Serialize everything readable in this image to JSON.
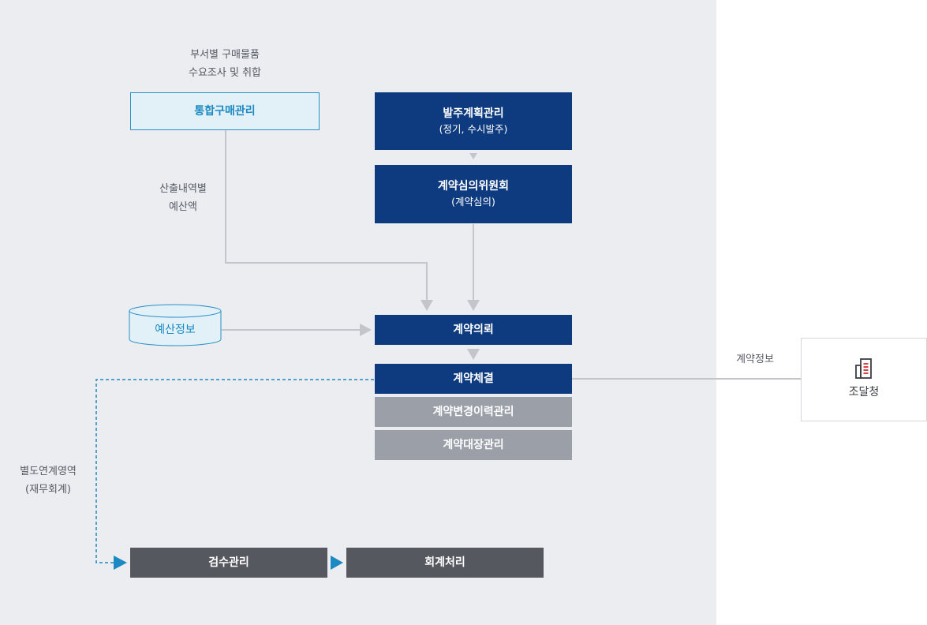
{
  "survey_note": [
    "부서별 구매물품",
    "수요조사 및 취합"
  ],
  "integrated_purchase": "통합구매관리",
  "estimate_note": [
    "산출내역별",
    "예산액"
  ],
  "order_plan": {
    "title": "발주계획관리",
    "sub": "(정기, 수시발주)"
  },
  "committee": {
    "title": "계약심의위원회",
    "sub": "(계약심의)"
  },
  "budget_info": "예산정보",
  "contract_request": "계약의뢰",
  "contract_signing": "계약체결",
  "contract_change": "계약변경이력관리",
  "contract_ledger": "계약대장관리",
  "contract_info_label": "계약정보",
  "agency": {
    "name": "조달청",
    "icon": "building-icon"
  },
  "separate_area_note": [
    "별도연계영역",
    "(재무회계)"
  ],
  "inspection": "검수관리",
  "accounting": "회계처리",
  "colors": {
    "navy": "#0e3b7f",
    "grey_box": "#9a9fa8",
    "dark_box": "#55585e",
    "accent_blue": "#1b89c2",
    "panel_bg": "#ecedf1"
  }
}
